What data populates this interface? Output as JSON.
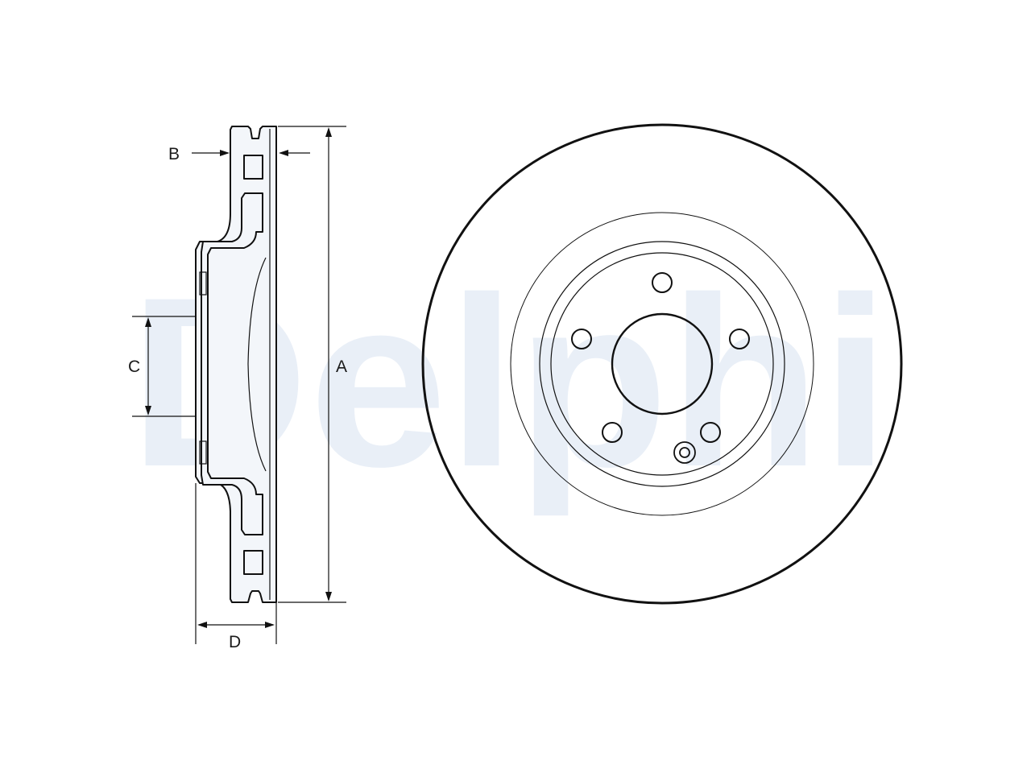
{
  "watermark": {
    "brand": "Delphi",
    "color": "#e9eff7"
  },
  "dimensions": {
    "a": "A",
    "b": "B",
    "c": "C",
    "d": "D"
  },
  "colors": {
    "line": "#111111",
    "part_fill": "#f3f6fa"
  },
  "rotor": {
    "bolt_hole_count": 5,
    "locating_hole_count": 1
  }
}
